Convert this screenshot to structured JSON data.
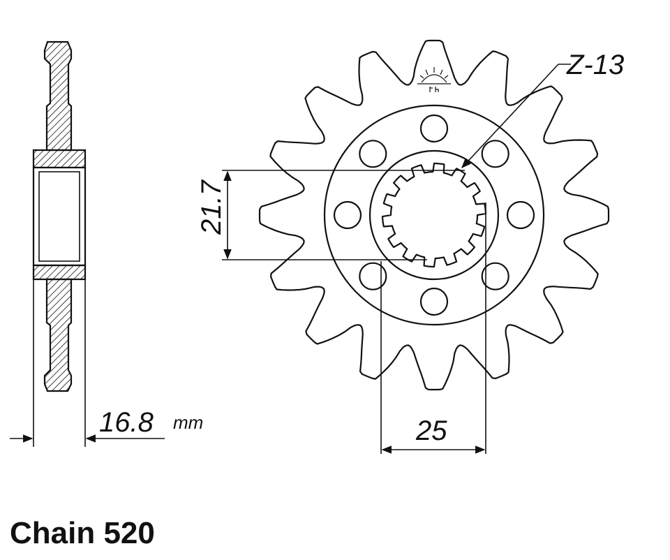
{
  "diagram": {
    "teeth_label": "Z-13",
    "bore_dimension": "21.7",
    "spline_dimension": "25",
    "width_value": "16.8",
    "width_unit": "mm",
    "caption": "Chain 520"
  },
  "colors": {
    "ink": "#111111",
    "background": "#ffffff"
  }
}
